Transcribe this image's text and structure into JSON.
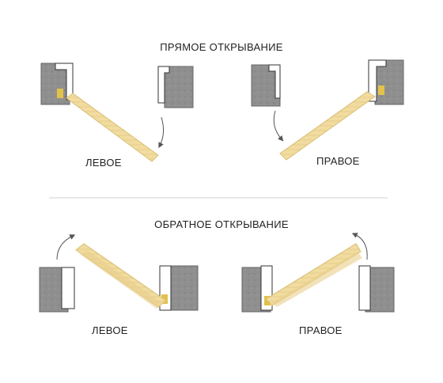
{
  "sections": {
    "direct": {
      "title": "ПРЯМОЕ ОТКРЫВАНИЕ",
      "left_label": "ЛЕВОЕ",
      "right_label": "ПРАВОЕ"
    },
    "reverse": {
      "title": "ОБРАТНОЕ ОТКРЫВАНИЕ",
      "left_label": "ЛЕВОЕ",
      "right_label": "ПРАВОЕ"
    }
  },
  "colors": {
    "wall": "#8e8e8e",
    "wall_edge": "#6f6f6f",
    "door_leaf": "#f1dca0",
    "door_leaf_edge": "#d9bd72",
    "frame": "#ffffff",
    "divider": "#cfcfcf",
    "arrow": "#555555",
    "hinge": "#e3c24a"
  }
}
